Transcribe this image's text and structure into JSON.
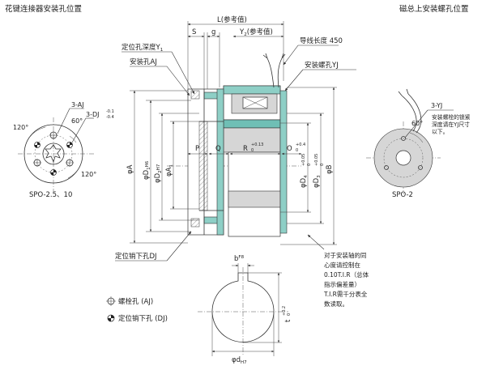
{
  "headings": {
    "left": "花键连接器安装孔位置",
    "right": "磁总上安装螺孔位置"
  },
  "dims": {
    "L": "L(参考值)",
    "S": "S",
    "g": "g",
    "Y2": "Y",
    "Y2_sub": "2",
    "Y2_tail": "(参考值)",
    "P": "P",
    "Q": "Q",
    "R": "R",
    "R_tol_up": "+0.13",
    "R_tol_dn": "0",
    "O": "O",
    "O_tol_up": "+0.4",
    "O_tol_dn": "0",
    "phiA": "φA",
    "phiD1": "φD",
    "phiD1_sub": "1",
    "phiD1_tol": "H6",
    "phiD2": "φD",
    "phiD2_sub": "2",
    "phiD2_tol": "H7",
    "phiA1": "φA",
    "phiA1_sub": "1",
    "phiD4": "φD",
    "phiD4_sub": "4",
    "phiD4_tol_up": "+0.05",
    "phiD4_tol_dn": "0",
    "phiD3": "φD",
    "phiD3_sub": "3",
    "phiD3_tol_up": "+0.05",
    "phiD3_tol_dn": "0",
    "phiB": "φB",
    "bF8": "b",
    "bF8_tol": "F8",
    "t": "t",
    "t_tol_up": "+0.2",
    "t_tol_dn": "0",
    "phid": "φd",
    "phid_tol": "H7"
  },
  "callouts": {
    "Y1": "定位孔深度Y",
    "Y1_sub": "1",
    "AJ": "安装孔AJ",
    "lead_wire": "导线长度 450",
    "YJ": "安装螺孔YJ",
    "DJ": "定位销下孔DJ",
    "note_lines": [
      "对于安装轴的同",
      "心度请控制在",
      "0.10T.I.R（总体",
      "指示偏差量）",
      "T.I.R需千分表全",
      "数读取。"
    ]
  },
  "left_view": {
    "label_3AJ": "3-AJ",
    "label_3DJ": "3-DJ",
    "dj_tol_up": "-0.1",
    "dj_tol_dn": "-0.4",
    "angle_top_left": "120°",
    "angle_top_right": "60°",
    "angle_bottom_right": "120°",
    "caption": "SPO-2.5、10"
  },
  "right_view": {
    "label_3YJ": "3-YJ",
    "angle": "60°",
    "note_lines": [
      "安装螺栓的锁紧",
      "深度请在YJ尺寸",
      "以下。"
    ],
    "caption": "SPO-2"
  },
  "legend": {
    "bolt": "螺栓孔 (AJ)",
    "pin": "定位销下孔 (DJ)"
  }
}
